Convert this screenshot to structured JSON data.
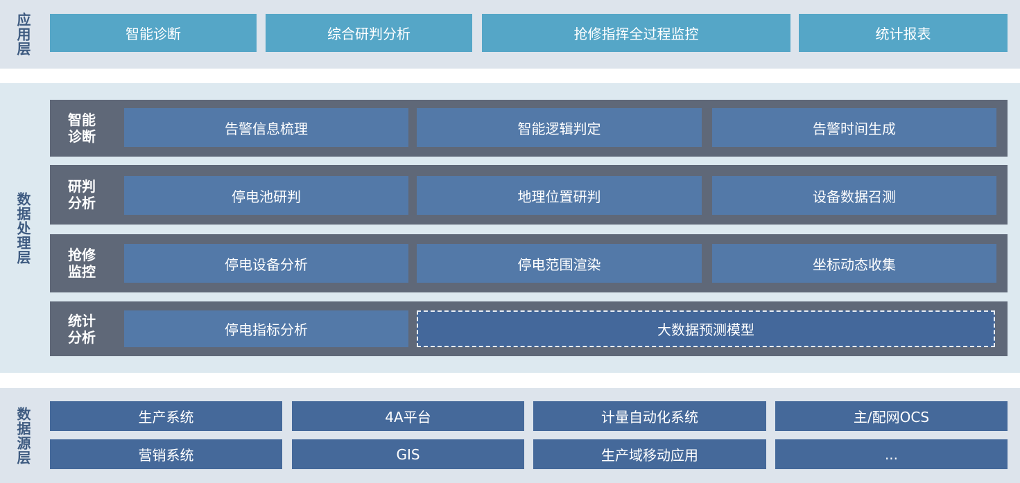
{
  "app_layer": {
    "label": "应用层",
    "items": [
      "智能诊断",
      "综合研判分析",
      "抢修指挥全过程监控",
      "统计报表"
    ]
  },
  "processing_layer": {
    "label": "数据处理层",
    "rows": [
      {
        "label": "智能诊断",
        "items": [
          "告警信息梳理",
          "智能逻辑判定",
          "告警时间生成"
        ]
      },
      {
        "label": "研判分析",
        "items": [
          "停电池研判",
          "地理位置研判",
          "设备数据召测"
        ]
      },
      {
        "label": "抢修监控",
        "items": [
          "停电设备分析",
          "停电范围渲染",
          "坐标动态收集"
        ]
      },
      {
        "label": "统计分析",
        "items": [
          "停电指标分析",
          "大数据预测模型"
        ]
      }
    ]
  },
  "source_layer": {
    "label": "数据源层",
    "rows": [
      [
        "生产系统",
        "4A平台",
        "计量自动化系统",
        "主/配网OCS"
      ],
      [
        "营销系统",
        "GIS",
        "生产域移动应用",
        "..."
      ]
    ]
  },
  "colors": {
    "app_box": "#55a6c7",
    "row_bg": "#5f6878",
    "proc_box": "#5379a8",
    "src_box": "#45699a",
    "label_text": "#3d5a80"
  }
}
